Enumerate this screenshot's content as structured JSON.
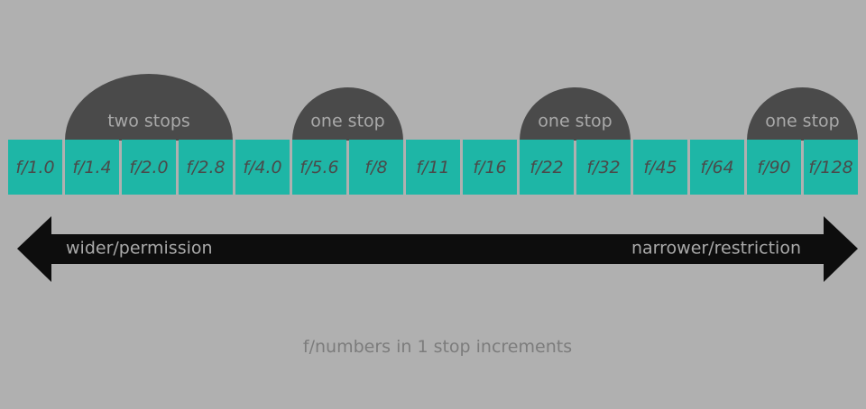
{
  "stops": [
    "f/1.0",
    "f/1.4",
    "f/2.0",
    "f/2.8",
    "f/4.0",
    "f/5.6",
    "f/8",
    "f/11",
    "f/16",
    "f/22",
    "f/32",
    "f/45",
    "f/64",
    "f/90",
    "f/128"
  ],
  "brackets": [
    {
      "label": "two stops",
      "from": 1,
      "to": 3
    },
    {
      "label": "one stop",
      "from": 5,
      "to": 6
    },
    {
      "label": "one stop",
      "from": 9,
      "to": 10
    },
    {
      "label": "one stop",
      "from": 13,
      "to": 14
    }
  ],
  "arrow": {
    "left_label": "wider/permission",
    "right_label": "narrower/restriction"
  },
  "caption": "f/numbers in 1 stop increments",
  "colors": {
    "background": "#b0b0b0",
    "cell": "#1eb6a6",
    "dome": "#4a4a4a",
    "arrow": "#0d0d0d",
    "light_text": "#a9a9a9",
    "caption": "#7c7c7c"
  }
}
